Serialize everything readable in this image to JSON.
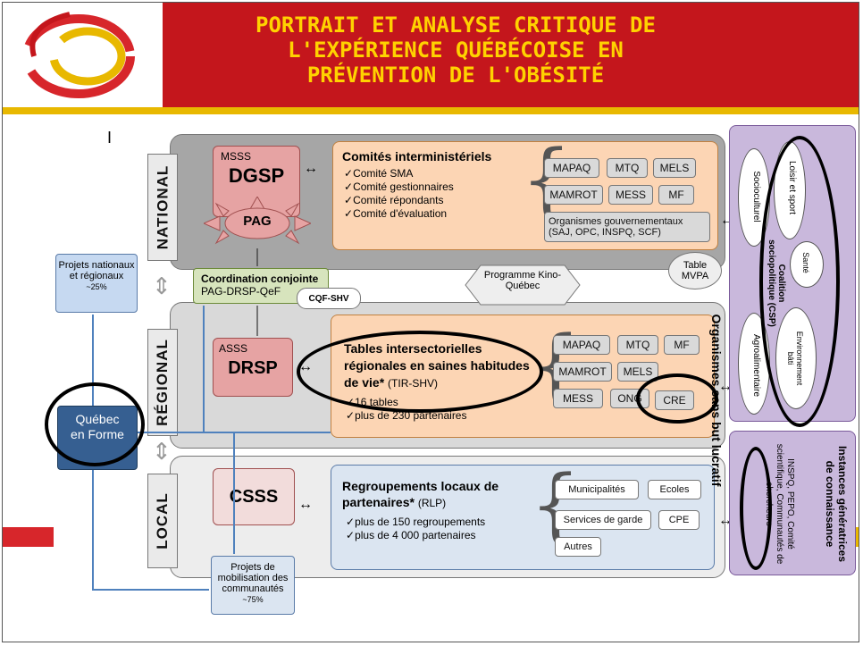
{
  "title": "PORTRAIT ET ANALYSE CRITIQUE DE\nL'EXPÉRIENCE QUÉBÉCOISE EN\nPRÉVENTION DE L'OBÉSITÉ",
  "stray_mark": "I",
  "levels": {
    "national": "NATIONAL",
    "regional": "RÉGIONAL",
    "local": "LOCAL"
  },
  "national": {
    "dgsp_top": "MSSS",
    "dgsp": "DGSP",
    "pag": "PAG",
    "committees_title": "Comités interministériels",
    "committees": [
      "Comité SMA",
      "Comité gestionnaires",
      "Comité répondants",
      "Comité d'évaluation"
    ],
    "chips": [
      "MAPAQ",
      "MTQ",
      "MELS",
      "MAMROT",
      "MESS",
      "MF"
    ],
    "organismes": "Organismes gouvernementaux (SAJ, OPC, INSPQ, SCF)"
  },
  "middle": {
    "coord_title": "Coordination conjointe",
    "coord_sub": "PAG-DRSP-QeF",
    "cqf": "CQF-SHV",
    "kino": "Programme Kino-Québec",
    "mvpa": "Table MVPA"
  },
  "regional": {
    "drsp_top": "ASSS",
    "drsp": "DRSP",
    "tables_title": "Tables intersectorielles régionales en saines habitudes de vie*",
    "tables_abbr": "(TIR-SHV)",
    "tables_items": [
      "16 tables",
      "plus de 230 partenaires"
    ],
    "chips": [
      "MAPAQ",
      "MTQ",
      "MF",
      "MAMROT",
      "MELS",
      "MESS",
      "ONG",
      "CRE"
    ]
  },
  "local": {
    "csss": "CSSS",
    "rlp_title": "Regroupements locaux de partenaires*",
    "rlp_abbr": "(RLP)",
    "rlp_items": [
      "plus de 150 regroupements",
      "plus de 4 000 partenaires"
    ],
    "chips": [
      "Municipalités",
      "Ecoles",
      "Services de garde",
      "CPE",
      "Autres"
    ]
  },
  "left": {
    "projets_nat": "Projets nationaux et régionaux",
    "projets_nat_pct": "~25%",
    "qef": "Québec en Forme",
    "projets_loc": "Projets de mobilisation des communautés",
    "projets_loc_pct": "~75%"
  },
  "right": {
    "osbl_title": "Organismes sans but lucratif",
    "ellipses": [
      "Socioculturel",
      "Loisir et sport",
      "Santé",
      "Agroalimentaire",
      "Environnement bâti"
    ],
    "coalition": "Coalition sociopolitique (CSP)",
    "instances_title": "Instances génératrices de connaissance",
    "instances_body": "INSPQ, PEPO, Comité scientifique, Communautés de chercheurs"
  },
  "colors": {
    "title_bg": "#c4161c",
    "title_text": "#ffd200",
    "national_bg": "#a6a6a6",
    "regional_bg": "#d9d9d9",
    "local_bg": "#ededed",
    "orange_box": "#fcd5b4",
    "blue_box": "#dbe5f1",
    "purple": "#c9b8dc",
    "qef_blue": "#365f91",
    "green_box": "#d7e4bd"
  }
}
